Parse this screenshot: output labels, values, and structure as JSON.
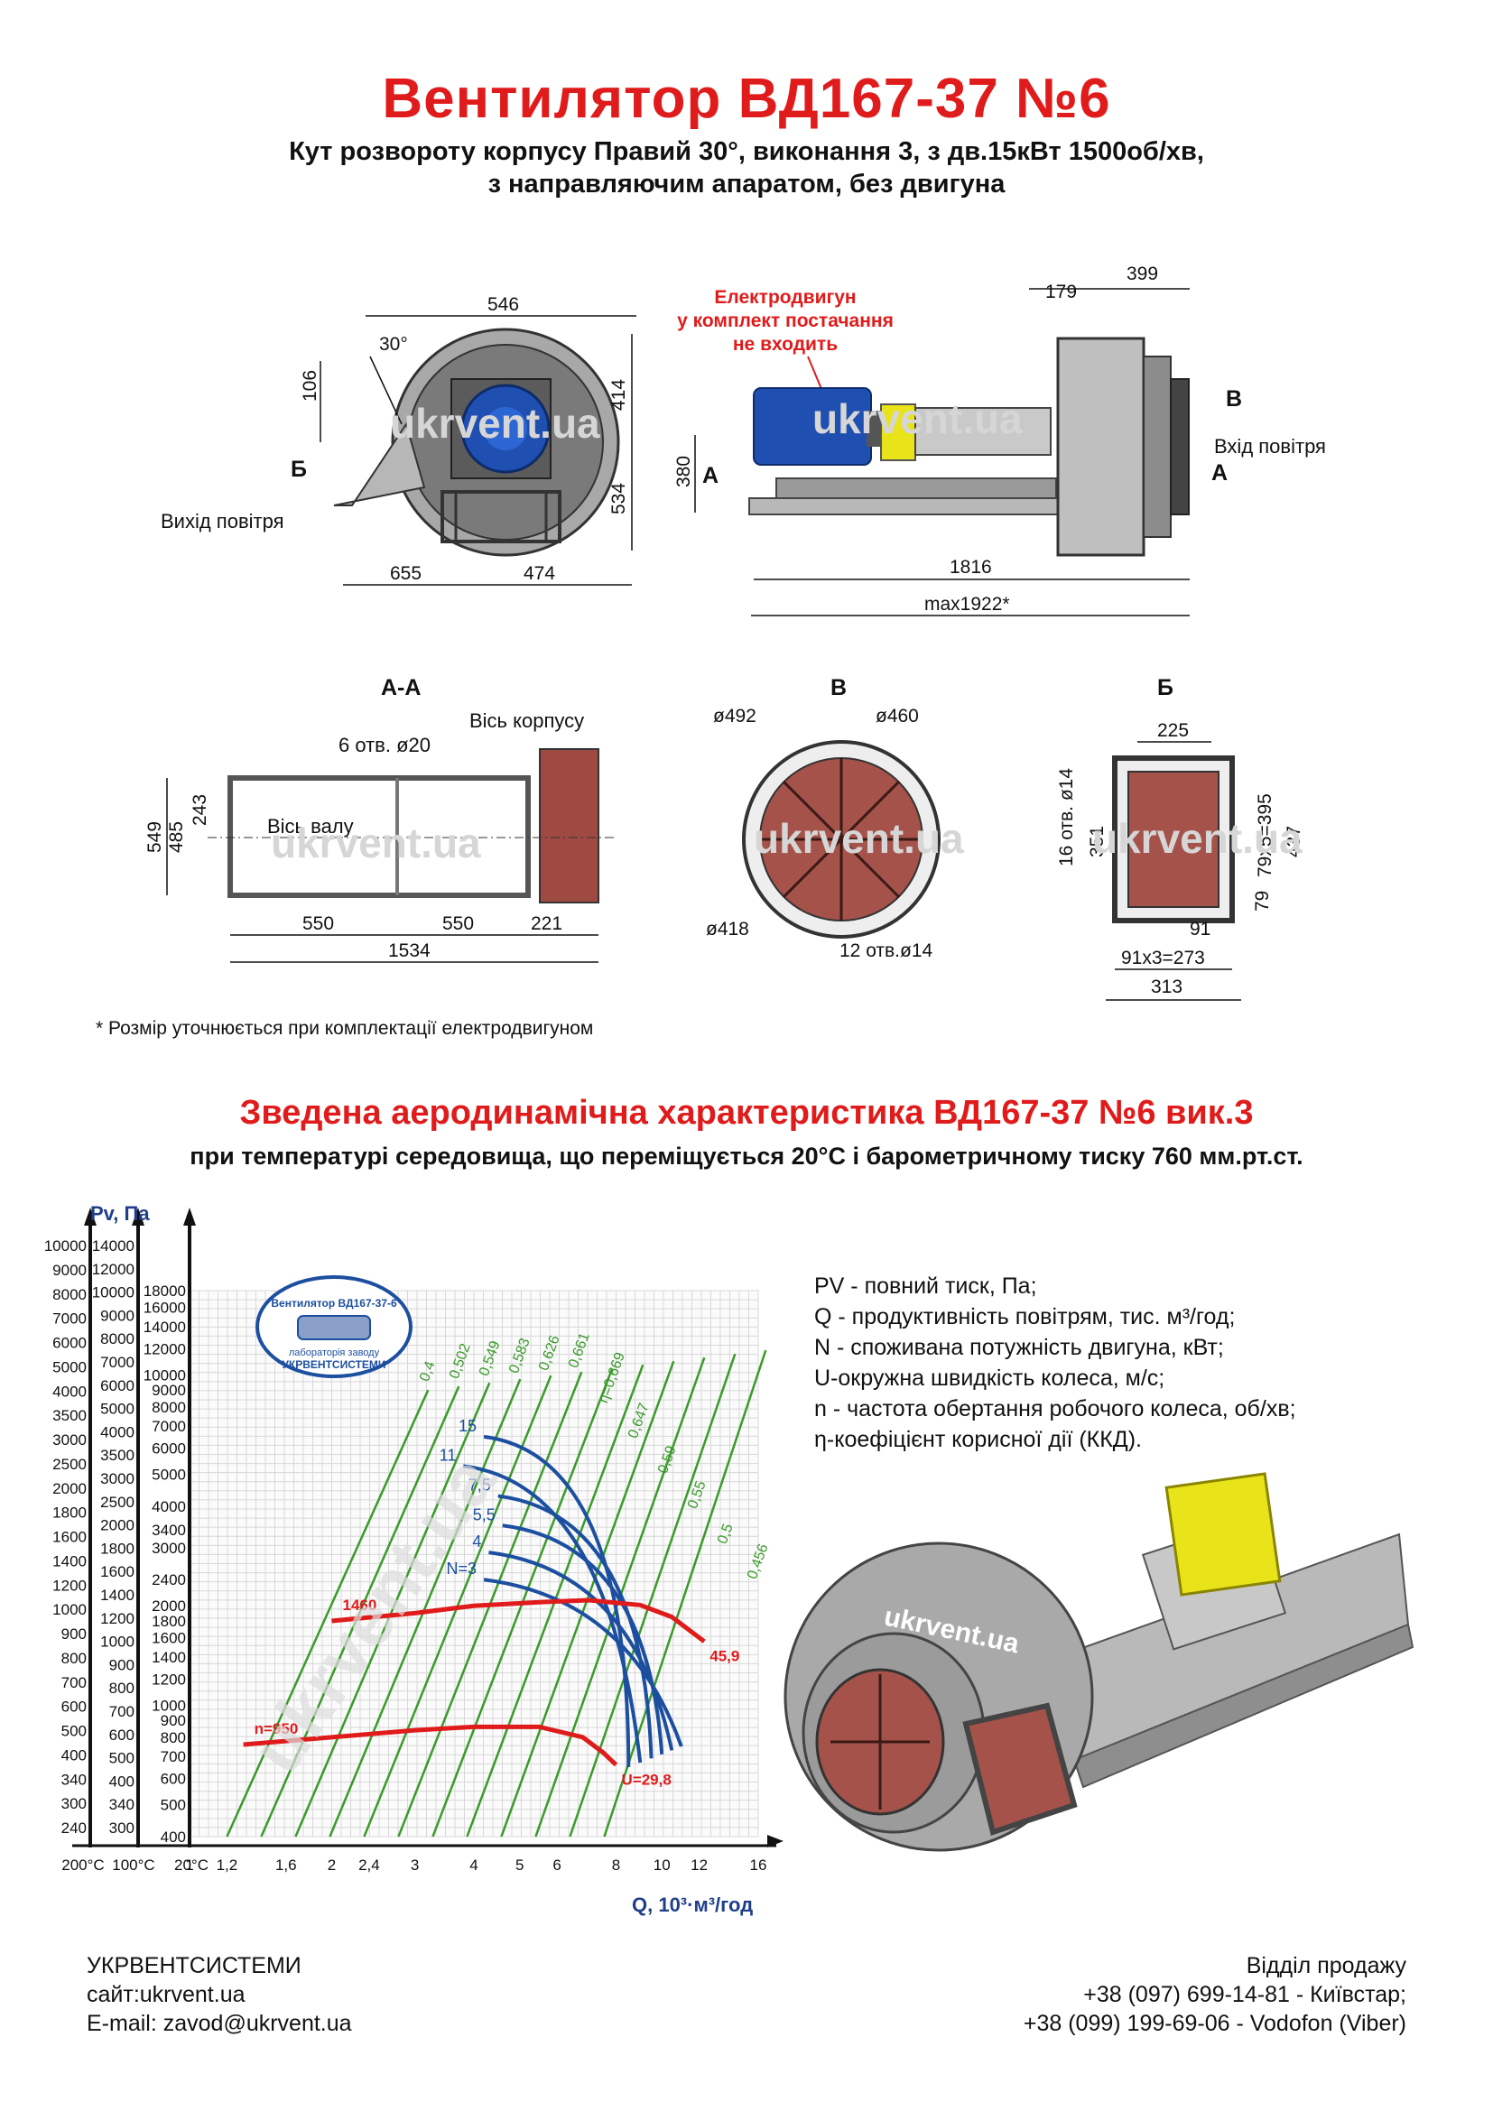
{
  "header": {
    "title": "Вентилятор  ВД167-37 №6",
    "subtitle_line1": "Кут розвороту корпусу Правий 30°, виконання 3, з дв.15кВт 1500об/хв,",
    "subtitle_line2": "з направляючим апаратом, без двигуна"
  },
  "drawing": {
    "motor_note": [
      "Електродвигун",
      "у комплект постачання",
      "не входить"
    ],
    "watermark": "ukrvent.ua",
    "front_dims": {
      "d546": "546",
      "d30": "30°",
      "d106": "106",
      "d414": "414",
      "d534": "534",
      "d655": "655",
      "d474": "474",
      "b": "Б"
    },
    "front_labels": {
      "outlet": "Вихід повітря"
    },
    "side_dims": {
      "d179": "179",
      "d399": "399",
      "d380": "380",
      "d1816": "1816",
      "dmax": "max1922*",
      "a": "А",
      "b": "В"
    },
    "side_labels": {
      "inlet": "Вхід повітря"
    },
    "sec_aa": {
      "title": "А-А",
      "axis_body": "Вісь корпусу",
      "holes": "6 отв. ø20",
      "axis_shaft": "Вісь валу",
      "d549": "549",
      "d485": "485",
      "d243": "243",
      "d550a": "550",
      "d550b": "550",
      "d221": "221",
      "d1534": "1534"
    },
    "sec_v": {
      "title": "В",
      "d492": "ø492",
      "d460": "ø460",
      "d418": "ø418",
      "holes": "12 отв.ø14"
    },
    "sec_b": {
      "title": "Б",
      "d225": "225",
      "holes": "16 отв. ø14",
      "d351": "351",
      "d79x5": "79x5=395",
      "d437": "437",
      "d79": "79",
      "d91": "91",
      "d91x3": "91x3=273",
      "d313": "313"
    },
    "footnote": "* Розмір уточнюється при комплектації електродвигуном"
  },
  "chart_section": {
    "title": "Зведена аеродинамічна характеристика ВД167-37 №6 вик.3",
    "subtitle": "при температурі середовища, що переміщується 20°С і барометричному тиску 760 мм.рт.ст."
  },
  "chart_data": {
    "type": "line",
    "y_title": "Pv, Па",
    "x_title": "Q, 10³·м³/год",
    "x_ticks": [
      "1",
      "1,2",
      "1,6",
      "2",
      "2,4",
      "3",
      "4",
      "5",
      "6",
      "8",
      "10",
      "12",
      "16"
    ],
    "temp_labels": [
      "200°С",
      "100°С",
      "20°С"
    ],
    "y_axis_200C": [
      "10000",
      "9000",
      "8000",
      "7000",
      "6000",
      "5000",
      "4000",
      "3500",
      "3000",
      "2500",
      "2000",
      "1800",
      "1600",
      "1400",
      "1200",
      "1000",
      "900",
      "800",
      "700",
      "600",
      "500",
      "400",
      "340",
      "300",
      "240"
    ],
    "y_axis_100C": [
      "14000",
      "12000",
      "10000",
      "9000",
      "8000",
      "7000",
      "6000",
      "5000",
      "4000",
      "3500",
      "3000",
      "2500",
      "2000",
      "1800",
      "1600",
      "1400",
      "1200",
      "1000",
      "900",
      "800",
      "700",
      "600",
      "500",
      "400",
      "340",
      "300"
    ],
    "y_axis_20C": [
      "18000",
      "16000",
      "14000",
      "12000",
      "10000",
      "9000",
      "8000",
      "7000",
      "6000",
      "5000",
      "4000",
      "3400",
      "3000",
      "2400",
      "2000",
      "1800",
      "1600",
      "1400",
      "1200",
      "1000",
      "900",
      "800",
      "700",
      "600",
      "500",
      "400"
    ],
    "power_labels": [
      "15",
      "11",
      "7,5",
      "5,5",
      "4",
      "N=3"
    ],
    "efficiency_labels": [
      "0,4",
      "0,502",
      "0,549",
      "0,583",
      "0,626",
      "0,661",
      "η=0,669",
      "0,647",
      "0,59",
      "0,55",
      "0,5",
      "0,456"
    ],
    "speed_series": [
      {
        "name": "1460",
        "end_label": "45,9",
        "x": [
          2.0,
          3.0,
          4.0,
          5.5,
          7.0,
          9.0,
          10.5,
          12.3
        ],
        "y": [
          1800,
          1900,
          2000,
          2050,
          2080,
          2010,
          1850,
          1560
        ]
      },
      {
        "name": "n=950",
        "end_label": "U=29,8",
        "x": [
          1.3,
          2.0,
          3.0,
          4.0,
          5.5,
          6.8,
          7.5,
          8.0
        ],
        "y": [
          760,
          800,
          840,
          860,
          860,
          800,
          720,
          660
        ]
      }
    ],
    "y_ticks_20C": [
      400,
      500,
      600,
      700,
      800,
      900,
      1000,
      1200,
      1400,
      1600,
      1800,
      2000,
      2400,
      3000,
      3400,
      4000,
      5000,
      6000,
      7000,
      8000,
      9000,
      10000,
      12000,
      14000,
      16000,
      18000
    ],
    "xlim": [
      1,
      16
    ],
    "grid": true,
    "stamp": [
      "Вентилятор ВД167-37-6",
      "лабораторія заводу",
      "УКРВЕНТСИСТЕМИ"
    ]
  },
  "legend": [
    "PV - повний тиск, Па;",
    "Q - продуктивність повітрям, тис. м³/год;",
    "N - споживана потужність двигуна, кВт;",
    "U-окружна швидкість колеса, м/с;",
    "n - частота обертання робочого колеса, об/хв;",
    "η-коефіцієнт корисної дії (ККД)."
  ],
  "footer": {
    "company": "УКРВЕНТСИСТЕМИ",
    "site": "сайт:ukrvent.ua",
    "email": "E-mail: zavod@ukrvent.ua",
    "sales_title": "Відділ продажу",
    "phone1": "+38 (097) 699-14-81 - Київстар;",
    "phone2": "+38 (099) 199-69-06 - Vodofon (Viber)"
  }
}
